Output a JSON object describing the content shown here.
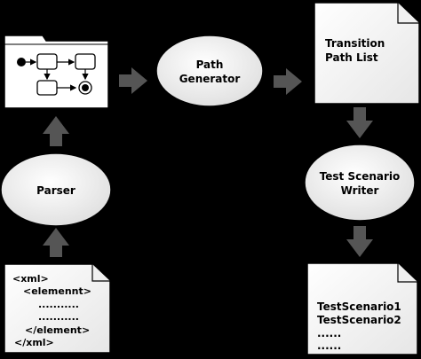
{
  "colors": {
    "background": "#000000",
    "node_fill": "#ffffff",
    "arrow": "#555555"
  },
  "nodes": {
    "path_generator": {
      "line1": "Path",
      "line2": "Generator"
    },
    "parser": {
      "label": "Parser"
    },
    "transition_list": {
      "line1": "Transition",
      "line2": "Path List"
    },
    "scenario_writer": {
      "line1": "Test Scenario",
      "line2": "Writer"
    },
    "xml_doc": {
      "lines": [
        "<xml>",
        "<elemennt>",
        "...........",
        "...........",
        "</element>",
        "</xml>"
      ]
    },
    "scenario_doc": {
      "lines": [
        "TestScenario1",
        "TestScenario2",
        "......",
        "......"
      ]
    }
  }
}
